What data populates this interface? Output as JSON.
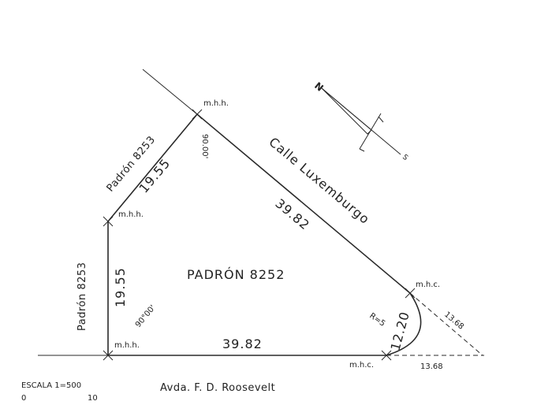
{
  "north_label": "N",
  "south_label": "S",
  "lot_name": "PADRÓN 8252",
  "neighbor_top": "Padrón 8253",
  "neighbor_left": "Padrón 8253",
  "street_diagonal": "Calle Luxemburgo",
  "street_bottom": "Avda. F. D. Roosevelt",
  "dims": {
    "top_left_side": "19.55",
    "left_side": "19.55",
    "diagonal_side": "39.82",
    "bottom_side": "39.82",
    "arc_chord": "12.20",
    "tangent_diag": "13.68",
    "tangent_bottom": "13.68",
    "radius": "R=5",
    "angle_top": "90.00'",
    "angle_bottom": "90°00'"
  },
  "markers": {
    "top": "m.h.h.",
    "mid_left": "m.h.h.",
    "bottom_left": "m.h.h.",
    "right_upper": "m.h.c.",
    "right_lower": "m.h.c."
  },
  "scale": {
    "label": "ESCALA 1=500",
    "min": "0",
    "max": "10"
  }
}
